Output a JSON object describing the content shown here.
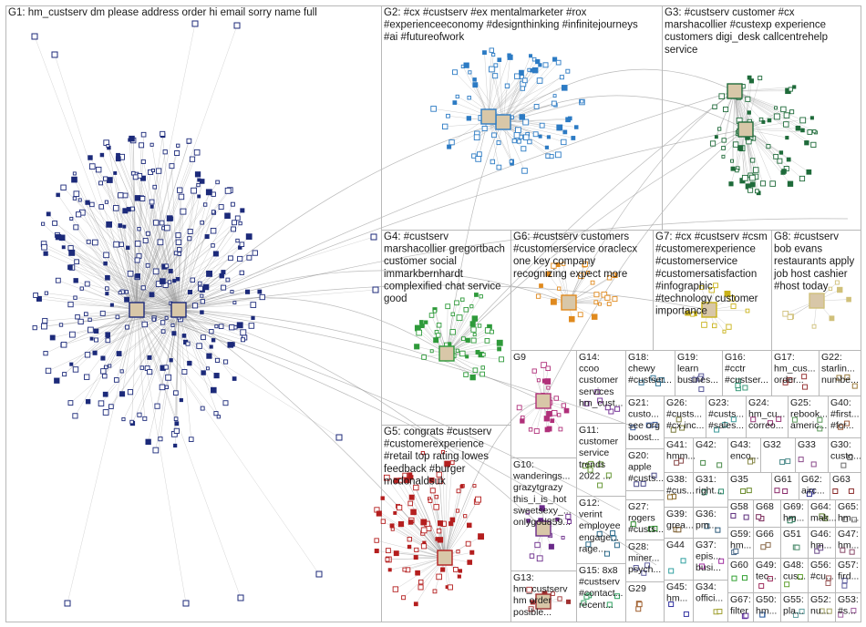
{
  "groups": [
    {
      "id": "G1",
      "lines": [
        "G1: hm_custserv dm please address order hi email sorry name full"
      ],
      "color": "#1c2a7a"
    },
    {
      "id": "G2",
      "lines": [
        "G2: #cx #custserv #ex mentalmarketer #rox",
        "#experienceeconomy #designthinking #infinitejourneys",
        "#ai #futureofwork"
      ],
      "color": "#2c7bc4"
    },
    {
      "id": "G3",
      "lines": [
        "G3: #custserv customer #cx",
        "marshacollier #custexp experience",
        "customers digi_desk callcentrehelp",
        "service"
      ],
      "color": "#1f6b3a"
    },
    {
      "id": "G4",
      "lines": [
        "G4: #custserv",
        "marshacollier gregortbach",
        "customer social",
        "immarkbernhardt",
        "complexified chat service",
        "good"
      ],
      "color": "#2e9a3a"
    },
    {
      "id": "G6",
      "lines": [
        "G6: #custserv customers",
        "#customerservice oraclecx",
        "one key company",
        "recognizing expect more"
      ],
      "color": "#e08a1e"
    },
    {
      "id": "G7",
      "lines": [
        "G7: #cx #custserv #csm",
        "#customerexperience",
        "#customerservice",
        "#customersatisfaction",
        "#infographic",
        "#technology customer",
        "importance"
      ],
      "color": "#c9b21a"
    },
    {
      "id": "G8",
      "lines": [
        "G8: #custserv",
        "bob evans",
        "restaurants apply",
        "job host cashier",
        "#host today"
      ],
      "color": "#d0c07a"
    },
    {
      "id": "G5",
      "lines": [
        "G5: congrats #custserv",
        "#customerexperience",
        "#retail top rating lowes",
        "feedback #burger",
        "mcdonaldsuk"
      ],
      "color": "#b41e1e"
    },
    {
      "id": "G9",
      "lines": [
        "G9"
      ],
      "color": "#b0307a"
    },
    {
      "id": "G14",
      "lines": [
        "G14:",
        "ccoo",
        "customer",
        "services",
        "hm_cust..."
      ],
      "color": "#7a3a9a"
    },
    {
      "id": "G18",
      "lines": [
        "G18:",
        "chewy",
        "#custser..."
      ],
      "color": "#3a7a9a"
    },
    {
      "id": "G19",
      "lines": [
        "G19:",
        "learn",
        "busines..."
      ],
      "color": "#5a5a9a"
    },
    {
      "id": "G16",
      "lines": [
        "G16:",
        "#cctr",
        "#custser..."
      ],
      "color": "#3a9a7a"
    },
    {
      "id": "G17",
      "lines": [
        "G17:",
        "hm_cus...",
        "order..."
      ],
      "color": "#9a3a3a"
    },
    {
      "id": "G22",
      "lines": [
        "G22:",
        "starlin...",
        "numbe..."
      ],
      "color": "#9a7a3a"
    },
    {
      "id": "G11",
      "lines": [
        "G11:",
        "customer",
        "service",
        "trends",
        "2022 ..."
      ],
      "color": "#6a9a3a"
    },
    {
      "id": "G21",
      "lines": [
        "G21:",
        "custo...",
        "see org",
        "boost..."
      ],
      "color": "#3a5a9a"
    },
    {
      "id": "G26",
      "lines": [
        "G26:",
        "#custs...",
        "#cx inc..."
      ],
      "color": "#7a7a3a"
    },
    {
      "id": "G23",
      "lines": [
        "G23:",
        "#custs...",
        "#sales..."
      ],
      "color": "#3a9a9a"
    },
    {
      "id": "G24",
      "lines": [
        "G24:",
        "hm_cu...",
        "correo..."
      ],
      "color": "#9a3a7a"
    },
    {
      "id": "G25",
      "lines": [
        "G25:",
        "rebook...",
        "americ..."
      ],
      "color": "#5a9a5a"
    },
    {
      "id": "G40",
      "lines": [
        "G40:",
        "#first...",
        "#fcr..."
      ],
      "color": "#9a5a3a"
    },
    {
      "id": "G20",
      "lines": [
        "G20:",
        "apple",
        "#custs..."
      ],
      "color": "#4a4a8a"
    },
    {
      "id": "G41",
      "lines": [
        "G41:",
        "hmm..."
      ],
      "color": "#8a4a4a"
    },
    {
      "id": "G42",
      "lines": [
        "G42:"
      ],
      "color": "#4a8a4a"
    },
    {
      "id": "G43",
      "lines": [
        "G43:",
        "enco..."
      ],
      "color": "#8a8a4a"
    },
    {
      "id": "G32",
      "lines": [
        "G32"
      ],
      "color": "#4a8a8a"
    },
    {
      "id": "G33",
      "lines": [
        "G33"
      ],
      "color": "#8a4a8a"
    },
    {
      "id": "G30",
      "lines": [
        "G30:",
        "custo..."
      ],
      "color": "#6a6a6a"
    },
    {
      "id": "G10",
      "lines": [
        "G10:",
        "wanderings...",
        "grazytgrazy",
        "this_i_is_hot",
        "sweetsexy_...",
        "onlygod859..."
      ],
      "color": "#6a2a8a"
    },
    {
      "id": "G12",
      "lines": [
        "G12:",
        "verint",
        "employee",
        "engage...",
        "rage..."
      ],
      "color": "#2a6a8a"
    },
    {
      "id": "G38",
      "lines": [
        "G38:",
        "#cus..."
      ],
      "color": "#8a6a2a"
    },
    {
      "id": "G31",
      "lines": [
        "G31:",
        "right..."
      ],
      "color": "#2a8a6a"
    },
    {
      "id": "G35",
      "lines": [
        "G35"
      ],
      "color": "#6a8a2a"
    },
    {
      "id": "G61",
      "lines": [
        "G61"
      ],
      "color": "#8a2a6a"
    },
    {
      "id": "G62",
      "lines": [
        "G62:",
        "airc..."
      ],
      "color": "#2a2a8a"
    },
    {
      "id": "G63",
      "lines": [
        "G63"
      ],
      "color": "#8a2a2a"
    },
    {
      "id": "G27",
      "lines": [
        "G27:",
        "rogers",
        "#custs..."
      ],
      "color": "#2a8a2a"
    },
    {
      "id": "G39",
      "lines": [
        "G39:",
        "grea..."
      ],
      "color": "#7a5a2a"
    },
    {
      "id": "G36",
      "lines": [
        "G36:",
        "pm..."
      ],
      "color": "#2a5a7a"
    },
    {
      "id": "G58",
      "lines": [
        "G58"
      ],
      "color": "#5a2a7a"
    },
    {
      "id": "G68",
      "lines": [
        "G68"
      ],
      "color": "#7a2a5a"
    },
    {
      "id": "G69",
      "lines": [
        "G69:",
        "hm..."
      ],
      "color": "#2a7a5a"
    },
    {
      "id": "G64",
      "lines": [
        "G64:",
        "mak..."
      ],
      "color": "#5a7a2a"
    },
    {
      "id": "G65",
      "lines": [
        "G65:",
        "hm..."
      ],
      "color": "#7a7a7a"
    },
    {
      "id": "G59",
      "lines": [
        "G59:",
        "hm..."
      ],
      "color": "#4a6a8a"
    },
    {
      "id": "G66",
      "lines": [
        "G66"
      ],
      "color": "#8a6a4a"
    },
    {
      "id": "G51",
      "lines": [
        "G51"
      ],
      "color": "#4a8a6a"
    },
    {
      "id": "G46",
      "lines": [
        "G46:",
        "hm..."
      ],
      "color": "#6a4a8a"
    },
    {
      "id": "G47",
      "lines": [
        "G47:",
        "hm..."
      ],
      "color": "#8a4a6a"
    },
    {
      "id": "G13",
      "lines": [
        "G13:",
        "hm_custserv",
        "hm order",
        "posible..."
      ],
      "color": "#a03030"
    },
    {
      "id": "G15",
      "lines": [
        "G15: 8x8",
        "#custserv",
        "#contact...",
        "recent..."
      ],
      "color": "#30a060"
    },
    {
      "id": "G28",
      "lines": [
        "G28:",
        "miner...",
        "psych..."
      ],
      "color": "#6060a0"
    },
    {
      "id": "G29",
      "lines": [
        "G29"
      ],
      "color": "#a06030"
    },
    {
      "id": "G44",
      "lines": [
        "G44"
      ],
      "color": "#30a0a0"
    },
    {
      "id": "G37",
      "lines": [
        "G37:",
        "epis...",
        "busi..."
      ],
      "color": "#a030a0"
    },
    {
      "id": "G45",
      "lines": [
        "G45:",
        "hm..."
      ],
      "color": "#3030a0"
    },
    {
      "id": "G34",
      "lines": [
        "G34:",
        "offici..."
      ],
      "color": "#a0a030"
    },
    {
      "id": "G60",
      "lines": [
        "G60"
      ],
      "color": "#30a030"
    },
    {
      "id": "G49",
      "lines": [
        "G49:",
        "tec..."
      ],
      "color": "#a03060"
    },
    {
      "id": "G67",
      "lines": [
        "G67:",
        "filter"
      ],
      "color": "#6030a0"
    },
    {
      "id": "G50",
      "lines": [
        "G50:",
        "hm..."
      ],
      "color": "#3060a0"
    },
    {
      "id": "G48",
      "lines": [
        "G48:",
        "cus..."
      ],
      "color": "#60a030"
    },
    {
      "id": "G56",
      "lines": [
        "G56:",
        "#cu..."
      ],
      "color": "#a06060"
    },
    {
      "id": "G57",
      "lines": [
        "G57:",
        "fird..."
      ],
      "color": "#6060a0"
    },
    {
      "id": "G55",
      "lines": [
        "G55:",
        "pla..."
      ],
      "color": "#60a0a0"
    },
    {
      "id": "G52",
      "lines": [
        "G52:",
        "nu..."
      ],
      "color": "#a0a060"
    },
    {
      "id": "G53",
      "lines": [
        "G53:",
        "#s..."
      ],
      "color": "#a060a0"
    }
  ]
}
